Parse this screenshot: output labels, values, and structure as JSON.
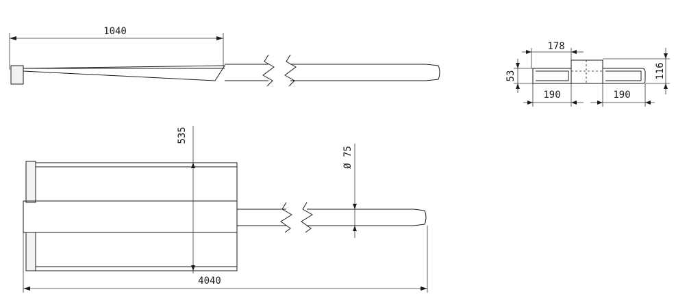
{
  "dimensions": {
    "side_length": "1040",
    "top_height": "116",
    "top_left_height": "53",
    "top_gap": "178",
    "top_width_left": "190",
    "top_width_right": "190",
    "plan_width": "535",
    "bar_diameter": "Ø 75",
    "total_length": "4040"
  },
  "colors": {
    "line": "#1a1a1a",
    "fill": "#f2f2f2"
  }
}
